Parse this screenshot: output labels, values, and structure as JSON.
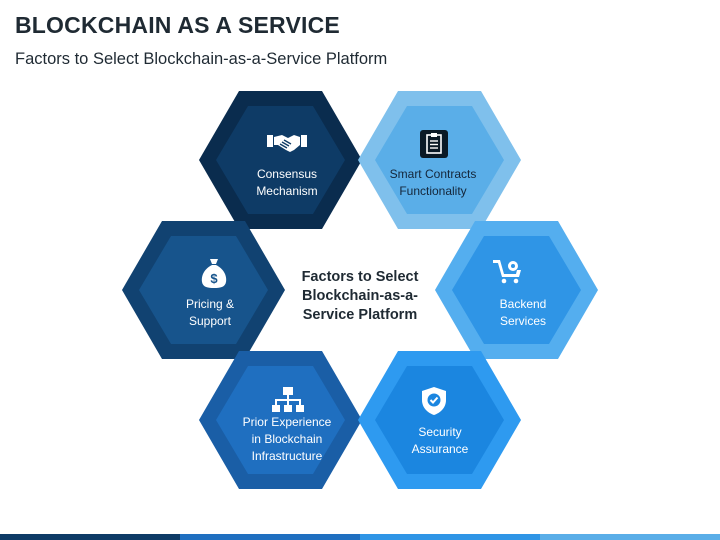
{
  "title": "BLOCKCHAIN AS A SERVICE",
  "subtitle": "Factors to Select Blockchain-as-a-Service Platform",
  "center": {
    "line1": "Factors to Select",
    "line2": "Blockchain-as-a-",
    "line3": "Service Platform"
  },
  "factors": [
    {
      "lines": [
        "Consensus",
        "Mechanism"
      ],
      "icon": "handshake-icon",
      "color": "#0e3b66",
      "outline": "#0a2c4e"
    },
    {
      "lines": [
        "Smart Contracts",
        "Functionality"
      ],
      "icon": "clipboard-icon",
      "color": "#5aaee8",
      "outline": "#7fc0ec"
    },
    {
      "lines": [
        "Pricing &",
        "Support"
      ],
      "icon": "money-bag-icon",
      "color": "#17548c",
      "outline": "#114271"
    },
    {
      "lines": [
        "Backend",
        "Services"
      ],
      "icon": "cart-gear-icon",
      "color": "#2f95e6",
      "outline": "#54aeef"
    },
    {
      "lines": [
        "Prior Experience",
        "in Blockchain",
        "Infrastructure"
      ],
      "icon": "hierarchy-icon",
      "color": "#1f6fc0",
      "outline": "#1a5ea6"
    },
    {
      "lines": [
        "Security",
        "Assurance"
      ],
      "icon": "shield-check-icon",
      "color": "#1b86e0",
      "outline": "#2e9af0"
    }
  ],
  "colors": {
    "bottom_bar": [
      "#0e3b66",
      "#1f6fc0",
      "#2f95e6",
      "#5aaee8"
    ]
  }
}
